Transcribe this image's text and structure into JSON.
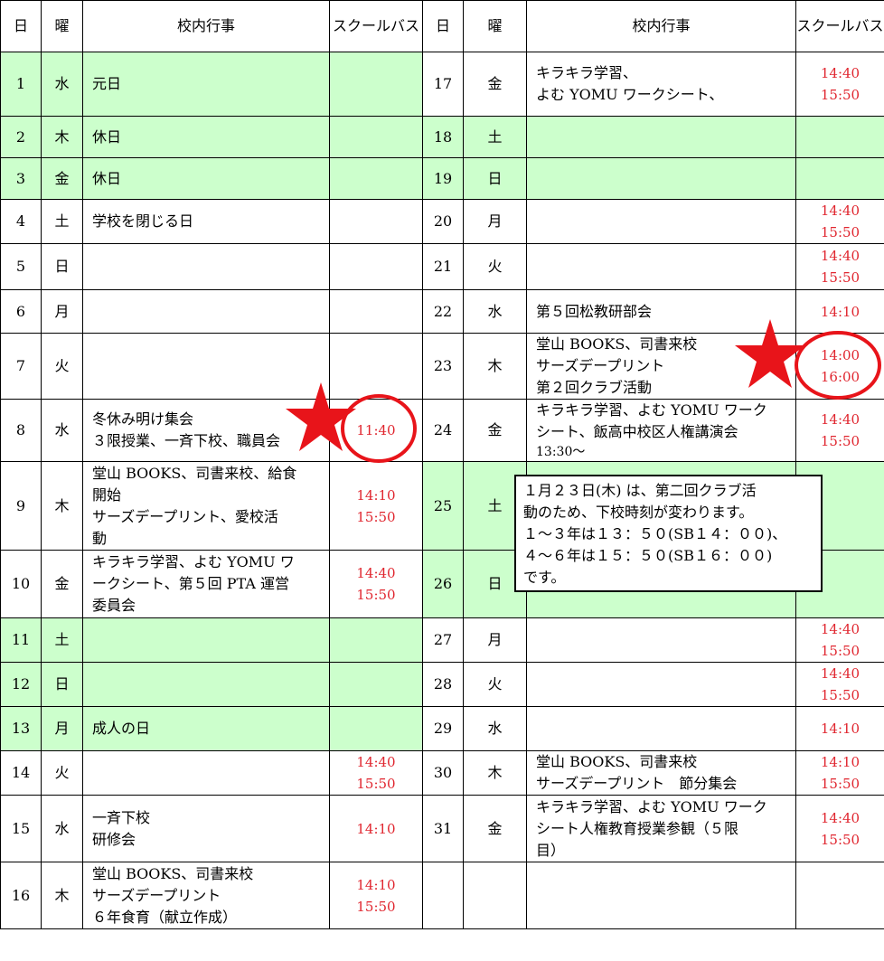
{
  "headers": {
    "day": "日",
    "weekday": "曜",
    "events": "校内行事",
    "bus": "スクールバス"
  },
  "rows": [
    {
      "left": {
        "day": "1",
        "weekday": "水",
        "holiday": true,
        "events": [
          "元日"
        ],
        "bus": []
      },
      "right": {
        "day": "17",
        "weekday": "金",
        "holiday": false,
        "events": [
          "キラキラ学習、",
          "よむ YOMU ワークシート、"
        ],
        "bus": [
          "14:40",
          "15:50"
        ]
      }
    },
    {
      "left": {
        "day": "2",
        "weekday": "木",
        "holiday": true,
        "events": [
          "休日"
        ],
        "bus": []
      },
      "right": {
        "day": "18",
        "weekday": "土",
        "holiday": true,
        "events": [],
        "bus": []
      }
    },
    {
      "left": {
        "day": "3",
        "weekday": "金",
        "holiday": true,
        "events": [
          "休日"
        ],
        "bus": []
      },
      "right": {
        "day": "19",
        "weekday": "日",
        "holiday": true,
        "events": [],
        "bus": []
      }
    },
    {
      "left": {
        "day": "4",
        "weekday": "土",
        "holiday": false,
        "events": [
          "学校を閉じる日"
        ],
        "bus": []
      },
      "right": {
        "day": "20",
        "weekday": "月",
        "holiday": false,
        "events": [],
        "bus": [
          "14:40",
          "15:50"
        ]
      }
    },
    {
      "left": {
        "day": "5",
        "weekday": "日",
        "holiday": false,
        "events": [],
        "bus": []
      },
      "right": {
        "day": "21",
        "weekday": "火",
        "holiday": false,
        "events": [],
        "bus": [
          "14:40",
          "15:50"
        ]
      }
    },
    {
      "left": {
        "day": "6",
        "weekday": "月",
        "holiday": false,
        "events": [],
        "bus": []
      },
      "right": {
        "day": "22",
        "weekday": "水",
        "holiday": false,
        "events": [
          "第５回松教研部会"
        ],
        "bus": [
          "14:10"
        ]
      }
    },
    {
      "left": {
        "day": "7",
        "weekday": "火",
        "holiday": false,
        "events": [],
        "bus": []
      },
      "right": {
        "day": "23",
        "weekday": "木",
        "holiday": false,
        "events": [
          "堂山 BOOKS、司書来校",
          "サーズデープリント",
          "第２回クラブ活動"
        ],
        "bus": [
          "14:00",
          "16:00"
        ]
      }
    },
    {
      "left": {
        "day": "8",
        "weekday": "水",
        "holiday": false,
        "events": [
          "冬休み明け集会",
          "３限授業、一斉下校、職員会"
        ],
        "bus": [
          "11:40"
        ]
      },
      "right": {
        "day": "24",
        "weekday": "金",
        "holiday": false,
        "events": [
          "キラキラ学習、よむ YOMU ワーク",
          "シート、飯高中校区人権講演会"
        ],
        "events_small": "13:30～",
        "bus": [
          "14:40",
          "15:50"
        ]
      }
    },
    {
      "left": {
        "day": "9",
        "weekday": "木",
        "holiday": false,
        "events": [
          "堂山 BOOKS、司書来校、給食",
          "開始",
          "サーズデープリント、愛校活",
          "動"
        ],
        "bus": [
          "14:10",
          "15:50"
        ]
      },
      "right": {
        "day": "25",
        "weekday": "土",
        "holiday": true,
        "events": [],
        "bus": []
      }
    },
    {
      "left": {
        "day": "10",
        "weekday": "金",
        "holiday": false,
        "events": [
          "キラキラ学習、よむ YOMU ワ",
          "ークシート、第５回 PTA 運営",
          "委員会"
        ],
        "bus": [
          "14:40",
          "15:50"
        ]
      },
      "right": {
        "day": "26",
        "weekday": "日",
        "holiday": true,
        "events": [],
        "bus": []
      }
    },
    {
      "left": {
        "day": "11",
        "weekday": "土",
        "holiday": true,
        "events": [],
        "bus": []
      },
      "right": {
        "day": "27",
        "weekday": "月",
        "holiday": false,
        "events": [],
        "bus": [
          "14:40",
          "15:50"
        ]
      }
    },
    {
      "left": {
        "day": "12",
        "weekday": "日",
        "holiday": true,
        "events": [],
        "bus": []
      },
      "right": {
        "day": "28",
        "weekday": "火",
        "holiday": false,
        "events": [],
        "bus": [
          "14:40",
          "15:50"
        ]
      }
    },
    {
      "left": {
        "day": "13",
        "weekday": "月",
        "holiday": true,
        "events": [
          "成人の日"
        ],
        "bus": []
      },
      "right": {
        "day": "29",
        "weekday": "水",
        "holiday": false,
        "events": [],
        "bus": [
          "14:10"
        ]
      }
    },
    {
      "left": {
        "day": "14",
        "weekday": "火",
        "holiday": false,
        "events": [],
        "bus": [
          "14:40",
          "15:50"
        ]
      },
      "right": {
        "day": "30",
        "weekday": "木",
        "holiday": false,
        "events": [
          "堂山 BOOKS、司書来校",
          "サーズデープリント　節分集会"
        ],
        "bus": [
          "14:10",
          "15:50"
        ]
      }
    },
    {
      "left": {
        "day": "15",
        "weekday": "水",
        "holiday": false,
        "events": [
          "一斉下校",
          "研修会"
        ],
        "bus": [
          "14:10"
        ]
      },
      "right": {
        "day": "31",
        "weekday": "金",
        "holiday": false,
        "events": [
          "キラキラ学習、よむ YOMU ワーク",
          "シート人権教育授業参観（５限",
          "目）"
        ],
        "bus": [
          "14:40",
          "15:50"
        ]
      }
    },
    {
      "left": {
        "day": "16",
        "weekday": "木",
        "holiday": false,
        "events": [
          "堂山 BOOKS、司書来校",
          "サーズデープリント",
          "６年食育（献立作成）"
        ],
        "bus": [
          "14:10",
          "15:50"
        ]
      },
      "right": {
        "day": "",
        "weekday": "",
        "holiday": false,
        "events": [],
        "bus": []
      }
    }
  ],
  "note": {
    "lines": [
      "１月２３日(木) は、第二回クラブ活",
      "動のため、下校時刻が変わります。",
      "１～３年は１３：５０(SB１４：００)、",
      "４～６年は１５：５０(SB１６：００)",
      "です。"
    ]
  },
  "highlights": {
    "color": "#e8141a",
    "marks": [
      "star-icon",
      "circle-highlight"
    ]
  }
}
